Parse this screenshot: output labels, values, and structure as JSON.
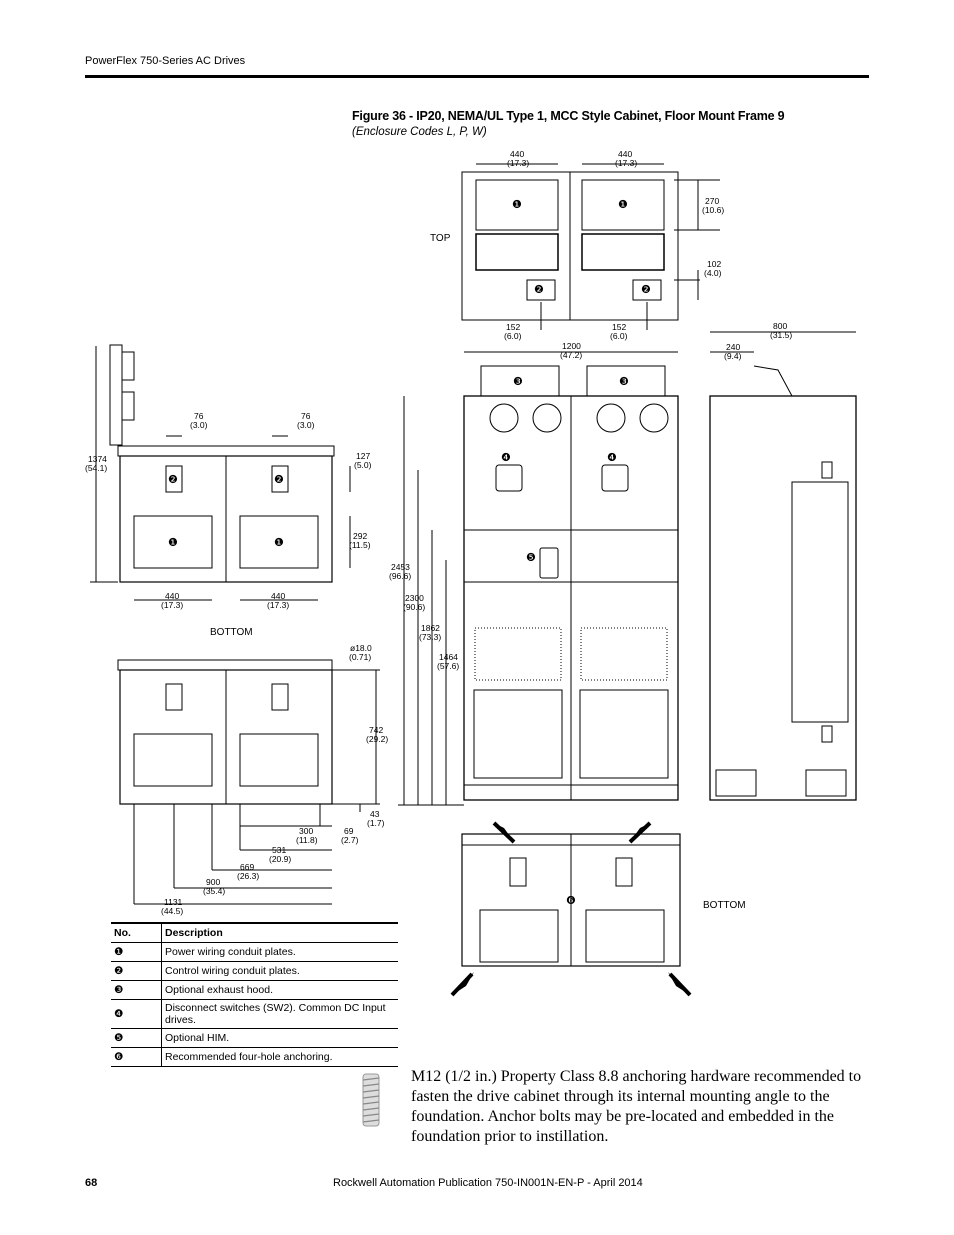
{
  "header": {
    "running_title": "PowerFlex 750-Series AC Drives"
  },
  "figure": {
    "title": "Figure 36 - IP20, NEMA/UL Type 1, MCC Style Cabinet, Floor Mount Frame 9",
    "subtitle": "(Enclosure Codes L, P, W)",
    "view_labels": {
      "top": "TOP",
      "bottom_left": "BOTTOM",
      "bottom_right": "BOTTOM"
    },
    "dimensions": {
      "top_w1": [
        "440",
        "(17.3)"
      ],
      "top_w2": [
        "440",
        "(17.3)"
      ],
      "top_d1": [
        "270",
        "(10.6)"
      ],
      "top_d2": [
        "102",
        "(4.0)"
      ],
      "top_b1": [
        "152",
        "(6.0)"
      ],
      "top_b2": [
        "152",
        "(6.0)"
      ],
      "front_w": [
        "1200",
        "(47.2)"
      ],
      "side_w": [
        "800",
        "(31.5)"
      ],
      "side_s": [
        "240",
        "(9.4)"
      ],
      "left_h": [
        "1374",
        "(54.1)"
      ],
      "l_76a": [
        "76",
        "(3.0)"
      ],
      "l_76b": [
        "76",
        "(3.0)"
      ],
      "l_127": [
        "127",
        "(5.0)"
      ],
      "l_292": [
        "292",
        "(11.5)"
      ],
      "l_440a": [
        "440",
        "(17.3)"
      ],
      "l_440b": [
        "440",
        "(17.3)"
      ],
      "f_2453": [
        "2453",
        "(96.6)"
      ],
      "f_2300": [
        "2300",
        "(90.6)"
      ],
      "f_1862": [
        "1862",
        "(73.3)"
      ],
      "f_1464": [
        "1464",
        "(57.6)"
      ],
      "b_hole": [
        "ø18.0",
        "(0.71)"
      ],
      "b_742": [
        "742",
        "(29.2)"
      ],
      "b_43": [
        "43",
        "(1.7)"
      ],
      "b_69": [
        "69",
        "(2.7)"
      ],
      "b_300": [
        "300",
        "(11.8)"
      ],
      "b_531": [
        "531",
        "(20.9)"
      ],
      "b_669": [
        "669",
        "(26.3)"
      ],
      "b_900": [
        "900",
        "(35.4)"
      ],
      "b_1131": [
        "1131",
        "(44.5)"
      ]
    },
    "callouts": {
      "c1": "❶",
      "c2": "❷",
      "c3": "❸",
      "c4": "❹",
      "c5": "❺",
      "c6": "❻"
    }
  },
  "legend_table": {
    "col_no": "No.",
    "col_desc": "Description",
    "rows": [
      {
        "no": "❶",
        "desc": "Power wiring conduit plates."
      },
      {
        "no": "❷",
        "desc": "Control wiring conduit plates."
      },
      {
        "no": "❸",
        "desc": "Optional exhaust hood."
      },
      {
        "no": "❹",
        "desc": "Disconnect switches (SW2). Common DC Input drives."
      },
      {
        "no": "❺",
        "desc": "Optional HIM."
      },
      {
        "no": "❻",
        "desc": "Recommended four-hole anchoring."
      }
    ]
  },
  "note": "M12 (1/2 in.) Property Class 8.8 anchoring hardware recommended to fasten the drive cabinet through its internal mounting angle to the foundation. Anchor bolts may be pre-located and embedded in the foundation prior to instillation.",
  "footer": {
    "page_number": "68",
    "publication": "Rockwell Automation Publication 750-IN001N-EN-P - April 2014"
  }
}
